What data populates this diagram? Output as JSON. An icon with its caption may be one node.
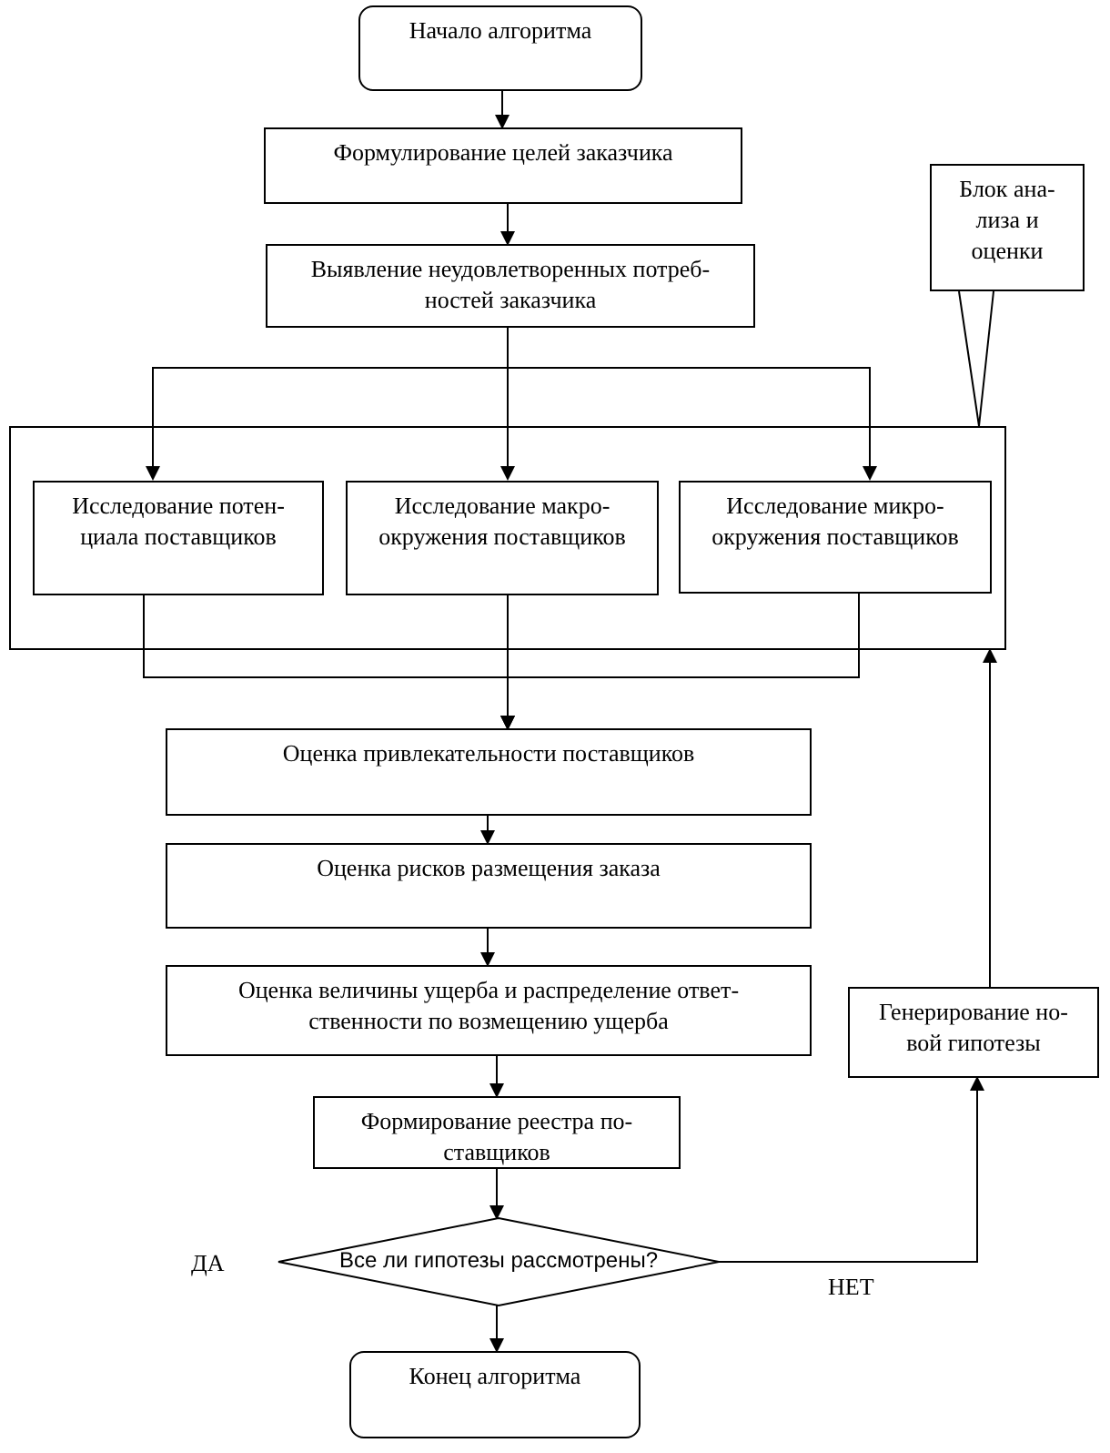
{
  "diagram": {
    "nodes": [
      {
        "text": [
          "Начало алгоритма"
        ]
      },
      {
        "text": [
          "Формулирование целей заказчика"
        ]
      },
      {
        "text": [
          "Выявление неудовлетворенных потреб- ностей заказчика"
        ]
      },
      {
        "text": [
          "Блок ана- лиза и оценки"
        ]
      },
      {
        "text": [],
        "shape": "box"
      },
      {
        "text": [
          "Исследование потен- циала поставщиков"
        ],
        "in": 4
      },
      {
        "text": [
          "Исследование макро- окружения поставщиков"
        ],
        "in": 4
      },
      {
        "text": [
          "Исследование микро- окружения поставщиков"
        ],
        "in": 4
      },
      {
        "text": [
          "Оценка привлекательности поставщиков"
        ]
      },
      {
        "text": [
          "Оценка рисков размещения заказа"
        ]
      },
      {
        "text": [
          "Оценка величины ущерба и распределение ответ- ственности по возмещению ущерба"
        ]
      },
      {
        "text": [
          "Формирование реестра по- ставщиков"
        ]
      },
      {
        "text": [
          "Все ли гипотезы рассмотрены?"
        ]
      },
      {
        "text": [
          "Конец алгоритма"
        ]
      },
      {
        "text": [
          "Генерирование но- вой гипотезы"
        ]
      }
    ],
    "edges": [
      {
        "from": 0,
        "to": 1,
        "arrow": "to"
      },
      {
        "from": 1,
        "to": 2,
        "arrow": "to"
      },
      {
        "from": 2,
        "to": 5,
        "arrow": "to"
      },
      {
        "from": 2,
        "to": 6,
        "arrow": "to"
      },
      {
        "from": 2,
        "to": 7,
        "arrow": "to"
      },
      {
        "from": 5,
        "to": 8,
        "arrow": "to"
      },
      {
        "from": 6,
        "to": 8,
        "arrow": "to"
      },
      {
        "from": 7,
        "to": 8,
        "arrow": "to"
      },
      {
        "from": 8,
        "to": 9,
        "arrow": "to"
      },
      {
        "from": 9,
        "to": 10,
        "arrow": "to"
      },
      {
        "from": 10,
        "to": 11,
        "arrow": "to"
      },
      {
        "from": 11,
        "to": 12,
        "arrow": "to"
      },
      {
        "from": 12,
        "to": 13,
        "arrow": "to"
      },
      {
        "from": 12,
        "to": 14,
        "arrow": "to",
        "label": "НЕТ"
      },
      {
        "from": 14,
        "to": 4,
        "arrow": "to"
      },
      {
        "from": 3,
        "to": 4,
        "arrow": "none"
      }
    ],
    "labels": [
      "ДА"
    ]
  }
}
